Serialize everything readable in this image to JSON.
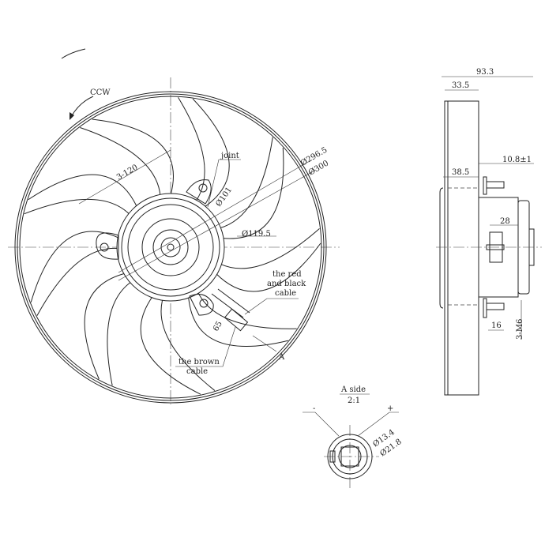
{
  "front_view": {
    "rotation_label": "CCW",
    "mount_spacing_label": "3-120",
    "joint_label": "joint",
    "dia_blade_label": "Ø296.5",
    "dia_shroud_label": "Ø300",
    "dia_bolt_circle_label": "Ø101",
    "dia_motor_label": "Ø119.5",
    "cable_offset_label": "65",
    "red_black_cable_label": [
      "the red",
      "and black",
      "cable"
    ],
    "brown_cable_label": [
      "the brown",
      "cable"
    ],
    "view_marker": "A",
    "blade_count": 9
  },
  "connector_view": {
    "title": "A side",
    "scale": "2:1",
    "minus_label": "-",
    "plus_label": "+",
    "dia_inner_label": "Ø13.4",
    "dia_outer_label": "Ø21.8"
  },
  "side_view": {
    "overall_depth_label": "93.3",
    "fan_depth_label": "33.5",
    "stud_length_label": "10.8±1",
    "motor_offset_label": "38.5",
    "motor_inner_label": "28",
    "stud_thread_label": "16",
    "stud_spec_label": "3-M6"
  }
}
